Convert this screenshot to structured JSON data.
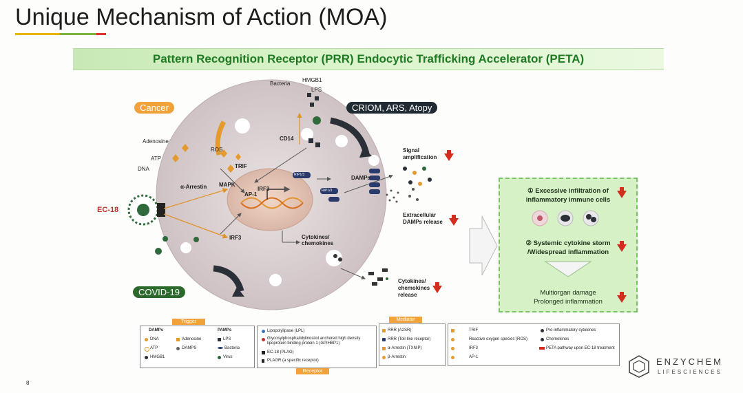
{
  "slide": {
    "title": "Unique Mechanism of Action (MOA)",
    "banner": "Pattern Recognition Receptor (PRR) Endocytic Trafficking Accelerator (PETA)",
    "page_number": "8"
  },
  "diagram": {
    "pills": {
      "cancer": "Cancer",
      "criom": "CRIOM, ARS, Atopy",
      "covid": "COVID-19"
    },
    "triggers": {
      "bacteria": "Bacteria",
      "hmgb1": "HMGB1",
      "lps": "LPS",
      "adenosine": "Adenosine",
      "atp": "ATP",
      "dna": "DNA",
      "ec18": "EC-18"
    },
    "cell_labels": {
      "ros": "ROS",
      "trif": "TRIF",
      "cd14": "CD14",
      "mapk": "MAPK",
      "a_arrestin": "α-Arrestin",
      "ap1": "AP-1",
      "irf3_nuc": "IRF3",
      "irf3": "IRF3",
      "damps": "DAMPs",
      "ripk_1": "RIP1/3",
      "ripk_2": "RIP1/3",
      "cytokines_chemokines": "Cytokines/ chemokines"
    },
    "outcomes": {
      "signal": "Signal amplification",
      "extracellular": "Extracellular DAMPs release",
      "cytokine_release": "Cytokines/ chemokines release"
    },
    "panel": {
      "item1_num": "①",
      "item1_l1": "Excessive infiltration of",
      "item1_l2": "inflammatory immune cells",
      "item2_num": "②",
      "item2_l1": "Systemic cytokine storm",
      "item2_l2": "/Widespread inflammation",
      "item3_l1": "Multiorgan damage",
      "item3_l2": "Prolonged inflammation"
    }
  },
  "legend": {
    "trigger_tag": "Trigger",
    "receptor_tag": "Receptor",
    "mediator_tag": "Mediator",
    "damps_header": "DAMPs",
    "pamps_header": "PAMPs",
    "damps": [
      "DNA",
      "Adenosine",
      "ATP",
      "DAMPS",
      "HMGB1"
    ],
    "pamps": [
      "LPS",
      "Bacteria",
      "Virus"
    ],
    "receptors": [
      "Lipopolylipase (LPL)",
      "Glycosylphosphatidylinositol anchored high density lipoprotein binding protein 1 (GPIHBP1)",
      "EC-18 (PLAG)",
      "PLAGR (a specific receptor)"
    ],
    "mediators": [
      "RRR (A2SR)",
      "RRR (Toll-like receptor)",
      "α-Arrestin (TXNIP)",
      "β-Arrestin"
    ],
    "others_left": [
      "TRIF",
      "Reactive oxygen species (ROS)",
      "IRF3",
      "AP-1"
    ],
    "others_right": [
      "Pro-inflammatory cytokines",
      "Chemokines",
      "PETA pathway upon EC-18 treatment"
    ]
  },
  "brand": {
    "name": "ENZYCHEM",
    "sub": "LIFESCIENCES"
  },
  "colors": {
    "accent_green": "#1e7a22",
    "arrow_red": "#d62b1f",
    "pill_orange": "#f2a23a",
    "pill_dark": "#1f2a33",
    "pill_green": "#2c6a2c",
    "panel_green": "#d6f1c6"
  }
}
